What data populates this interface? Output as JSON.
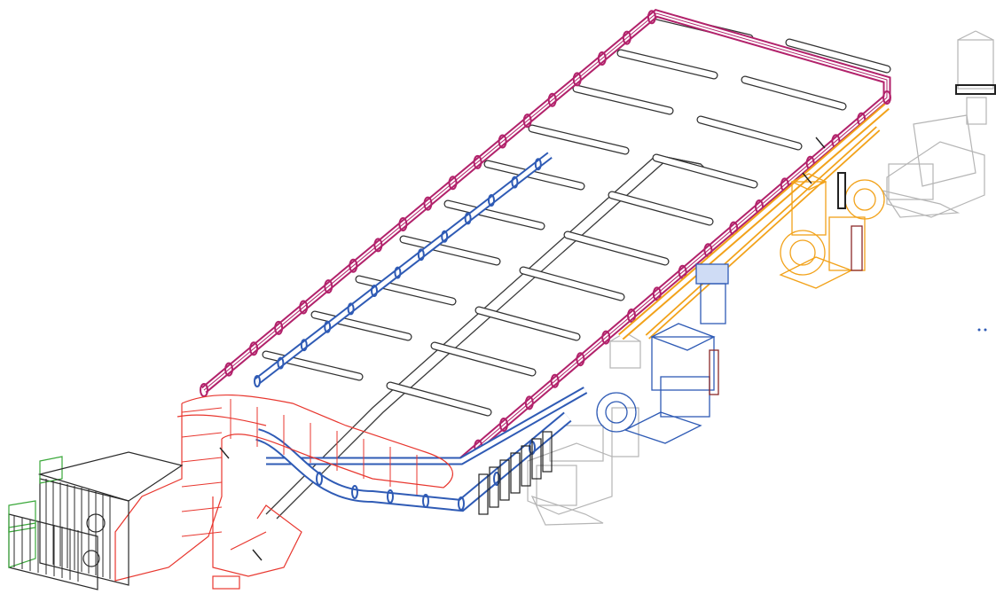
{
  "diagram": {
    "type": "isometric-mep-piping-and-duct-layout",
    "legend_shown": false,
    "colors": {
      "ductwork": "#e8372f",
      "magenta_pipe": "#b2226b",
      "blue_pipe": "#2f5bb5",
      "orange_pipe": "#f2a21a",
      "grey_pipe": "#333333",
      "equipment_light": "#9a9a9a",
      "ahu_filter_edge": "#3aa83a",
      "background": "#ffffff"
    },
    "components": [
      {
        "name": "air-handling-units",
        "count": 2
      },
      {
        "name": "supply-ductwork",
        "count": 1
      },
      {
        "name": "magenta-pipe-loop",
        "count": 1
      },
      {
        "name": "blue-pipe-loop",
        "count": 1
      },
      {
        "name": "grey-pipe-loop",
        "count": 1
      },
      {
        "name": "orange-pipe-run",
        "count": 1
      },
      {
        "name": "pump-skid-blue",
        "count": 1
      },
      {
        "name": "pump-skid-orange",
        "count": 1
      },
      {
        "name": "branch-stubs",
        "count": 22
      }
    ],
    "more_indicator_icon": "ellipsis-icon"
  }
}
